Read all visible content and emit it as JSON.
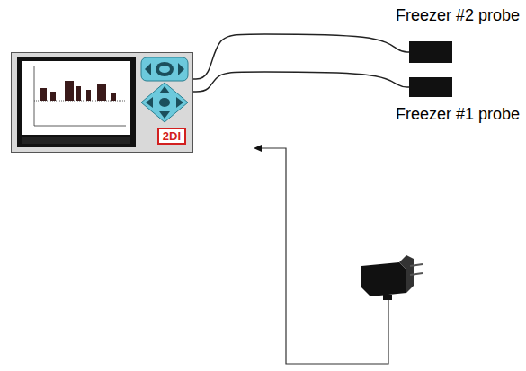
{
  "diagram": {
    "nodes": [
      {
        "text": [
          "2DI"
        ]
      },
      {
        "text": [
          "Freezer #2 probe"
        ]
      },
      {
        "text": [
          "Freezer #1 probe"
        ]
      }
    ],
    "edges": [
      {
        "from": 0,
        "to": 1,
        "arrow": "none"
      },
      {
        "from": 0,
        "to": 2,
        "arrow": "none"
      }
    ]
  }
}
